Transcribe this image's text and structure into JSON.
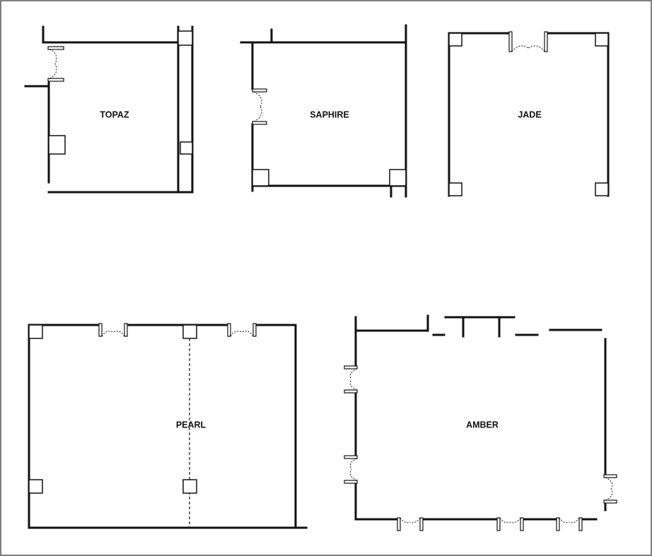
{
  "rooms": [
    {
      "id": "topaz",
      "label": "TOPAZ"
    },
    {
      "id": "saphire",
      "label": "SAPHIRE"
    },
    {
      "id": "jade",
      "label": "JADE"
    },
    {
      "id": "pearl",
      "label": "PEARL"
    },
    {
      "id": "amber",
      "label": "AMBER"
    }
  ],
  "colors": {
    "ink": "#111111",
    "paper": "#ffffff",
    "frame": "#555555"
  }
}
